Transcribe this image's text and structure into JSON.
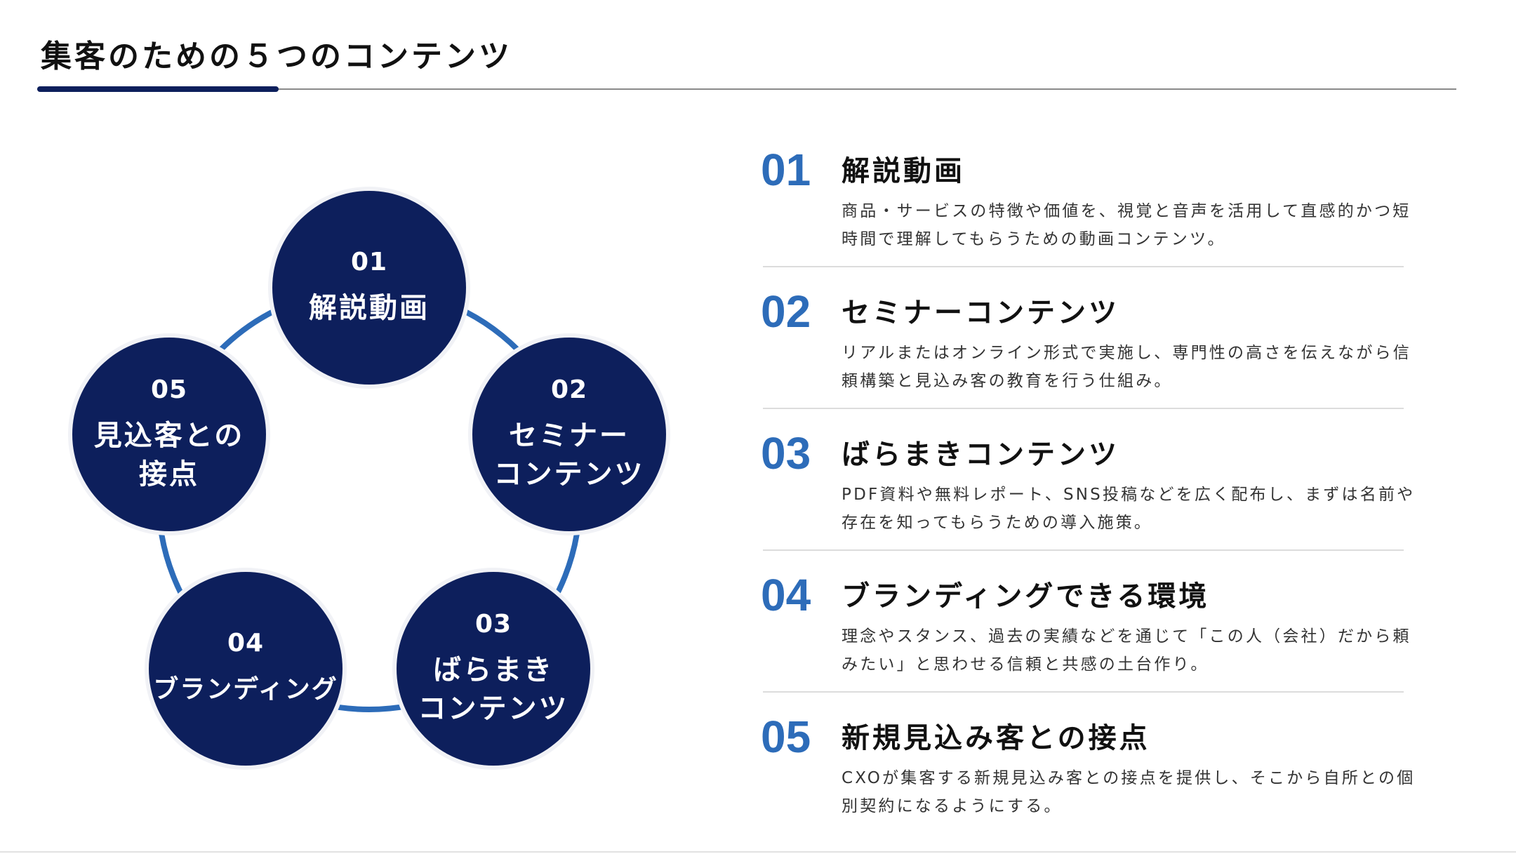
{
  "title": "集客のための５つのコンテンツ",
  "colors": {
    "navy": "#0d1f5c",
    "accent": "#2d6cb9"
  },
  "cycle": [
    {
      "num": "01",
      "label": "解説動画"
    },
    {
      "num": "02",
      "label": "セミナー\nコンテンツ"
    },
    {
      "num": "03",
      "label": "ばらまき\nコンテンツ"
    },
    {
      "num": "04",
      "label": "ブランディング"
    },
    {
      "num": "05",
      "label": "見込客との\n接点"
    }
  ],
  "items": [
    {
      "num": "01",
      "title": "解説動画",
      "desc": "商品・サービスの特徴や価値を、視覚と音声を活用して直感的かつ短時間で理解してもらうための動画コンテンツ。"
    },
    {
      "num": "02",
      "title": "セミナーコンテンツ",
      "desc": "リアルまたはオンライン形式で実施し、専門性の高さを伝えながら信頼構築と見込み客の教育を行う仕組み。"
    },
    {
      "num": "03",
      "title": "ばらまきコンテンツ",
      "desc": "PDF資料や無料レポート、SNS投稿などを広く配布し、まずは名前や存在を知ってもらうための導入施策。"
    },
    {
      "num": "04",
      "title": "ブランディングできる環境",
      "desc": "理念やスタンス、過去の実績などを通じて「この人（会社）だから頼みたい」と思わせる信頼と共感の土台作り。"
    },
    {
      "num": "05",
      "title": "新規見込み客との接点",
      "desc": "CXOが集客する新規見込み客との接点を提供し、そこから自所との個別契約になるようにする。"
    }
  ]
}
